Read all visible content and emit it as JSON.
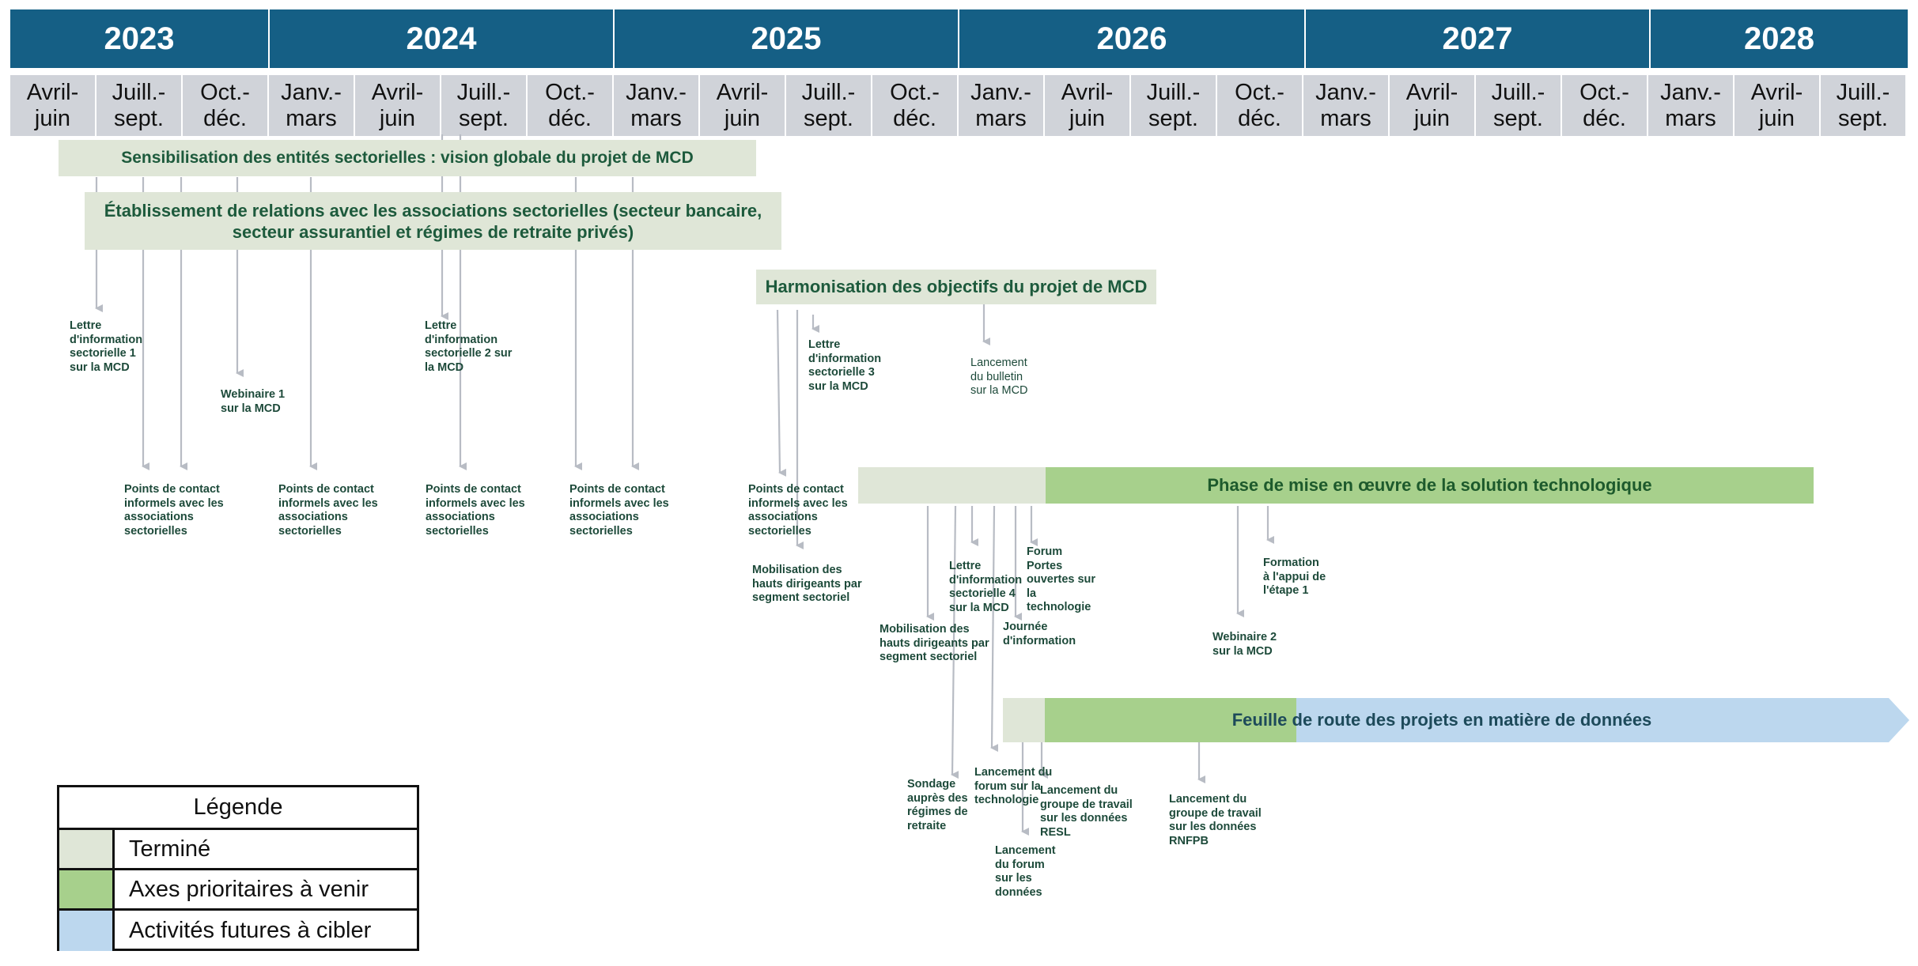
{
  "timeline": {
    "years": [
      "2023",
      "2024",
      "2025",
      "2026",
      "2027",
      "2028"
    ],
    "quarters": [
      "Avril-\njuin",
      "Juill.-\nsept.",
      "Oct.-\ndéc.",
      "Janv.-\nmars",
      "Avril-\njuin",
      "Juill.-\nsept.",
      "Oct.-\ndéc.",
      "Janv.-\nmars",
      "Avril-\njuin",
      "Juill.-\nsept.",
      "Oct.-\ndéc.",
      "Janv.-\nmars",
      "Avril-\njuin",
      "Juill.-\nsept.",
      "Oct.-\ndéc.",
      "Janv.-\nmars",
      "Avril-\njuin",
      "Juill.-\nsept.",
      "Oct.-\ndéc.",
      "Janv.-\nmars",
      "Avril-\njuin",
      "Juill.-\nsept."
    ]
  },
  "bars": {
    "sensibilisation": "Sensibilisation des entités sectorielles : vision globale du projet de MCD",
    "relations": "Établissement de relations avec les associations sectorielles (secteur bancaire,\nsecteur assurantiel et régimes de retraite privés)",
    "harmonisation": "Harmonisation des objectifs du projet de MCD",
    "mise_en_oeuvre": "Phase de mise en œuvre de la solution technologique",
    "feuille_de_route": "Feuille de route des projets en matière de données"
  },
  "milestones": {
    "lettre1": "Lettre\nd'information\nsectorielle 1\nsur la MCD",
    "webinaire1": "Webinaire 1\nsur la MCD",
    "lettre2": "Lettre\nd'information\nsectorielle 2 sur\nla MCD",
    "contact1": "Points de contact\ninformels avec les\nassociations\nsectorielles",
    "contact2": "Points de contact\ninformels avec les\nassociations\nsectorielles",
    "contact3": "Points de contact\ninformels avec les\nassociations\nsectorielles",
    "contact4": "Points de contact\ninformels avec les\nassociations\nsectorielles",
    "contact5": "Points de contact\ninformels avec les\nassociations\nsectorielles",
    "lettre3": "Lettre\nd'information\nsectorielle 3\nsur la MCD",
    "bulletin": "Lancement\ndu bulletin\nsur la MCD",
    "mobilisation1": "Mobilisation des\nhauts dirigeants par\nsegment sectoriel",
    "mobilisation2": "Mobilisation des\nhauts dirigeants par\nsegment sectoriel",
    "lettre4": "Lettre\nd'information\nsectorielle 4\nsur la MCD",
    "forum_portes": "Forum\nPortes\nouvertes sur\nla\ntechnologie",
    "journee": "Journée\nd'information",
    "webinaire2": "Webinaire 2\nsur la MCD",
    "formation": "Formation\nà l'appui de\nl'étape 1",
    "sondage": "Sondage\nauprès des\nrégimes de\nretraite",
    "forum_techno": "Lancement du\nforum sur la\ntechnologie",
    "groupe_resl": "Lancement du\ngroupe de travail\nsur les données\nRESL",
    "forum_donnees": "Lancement\ndu forum\nsur les\ndonnées",
    "groupe_rnfpb": "Lancement du\ngroupe de travail\nsur les données\nRNFPB"
  },
  "legend": {
    "title": "Légende",
    "items": [
      {
        "label": "Terminé",
        "color": "#dfe6d7"
      },
      {
        "label": "Axes prioritaires à venir",
        "color": "#a7d08c"
      },
      {
        "label": "Activités futures à cibler",
        "color": "#bcd7ee"
      }
    ]
  },
  "colors": {
    "year_header": "#155f85",
    "quarter_header": "#d0d3d9",
    "done": "#dfe6d7",
    "priority": "#a7d08c",
    "future": "#bcd7ee",
    "arrow": "#b8bcc4",
    "label_text": "#1d4a3a"
  }
}
